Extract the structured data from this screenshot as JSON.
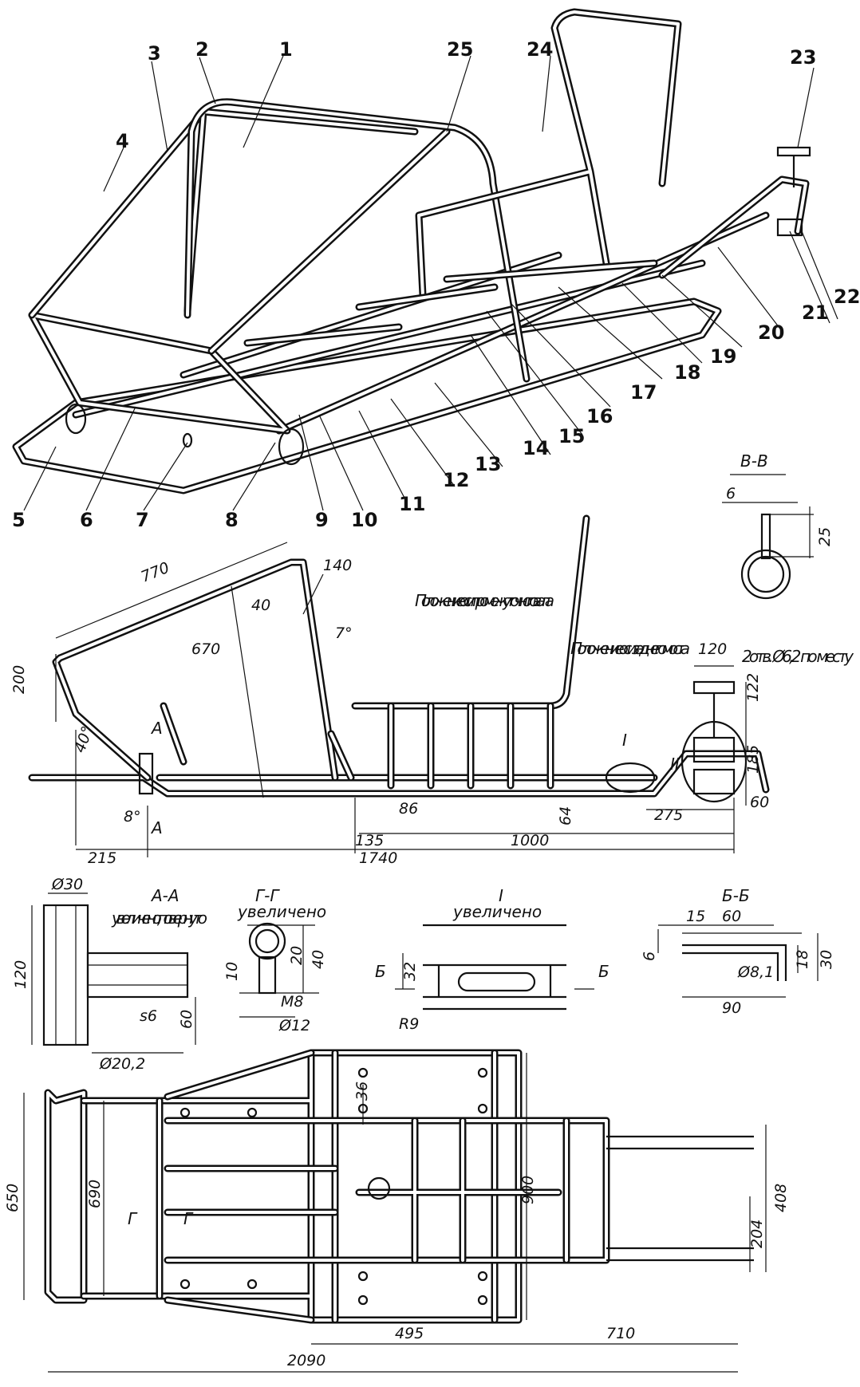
{
  "callouts": [
    "1",
    "2",
    "3",
    "4",
    "5",
    "6",
    "7",
    "8",
    "9",
    "10",
    "11",
    "12",
    "13",
    "14",
    "15",
    "16",
    "17",
    "18",
    "19",
    "20",
    "21",
    "22",
    "23",
    "24",
    "25"
  ],
  "section_vv": {
    "title": "В-В",
    "dims": [
      "6",
      "25"
    ]
  },
  "side_view": {
    "dims": [
      "770",
      "140",
      "40",
      "670",
      "7°",
      "200",
      "40°",
      "8°",
      "120",
      "122",
      "185",
      "86",
      "64",
      "275",
      "60",
      "135",
      "1000",
      "215",
      "1740"
    ],
    "section_marks": [
      "А",
      "А",
      "I",
      "II"
    ],
    "note_hole": "2отв. Ø6,2 по месту",
    "note_inter_shaft": "Положение оси промежуточного вала",
    "note_rear_axle": "Положение оси заднего моста"
  },
  "detail_aa": {
    "title": "А-А",
    "subtitle": "увеличено, повернуто",
    "dims": [
      "Ø30",
      "120",
      "60",
      "s6",
      "Ø20,2"
    ]
  },
  "detail_gg": {
    "title": "Г-Г",
    "subtitle": "увеличено",
    "dims": [
      "20",
      "40",
      "10",
      "M8",
      "Ø12"
    ]
  },
  "detail_i": {
    "title": "I",
    "subtitle": "увеличено",
    "dims": [
      "32",
      "R9",
      "Б",
      "Б"
    ]
  },
  "detail_bb": {
    "title": "Б-Б",
    "dims": [
      "15",
      "60",
      "6",
      "Ø8,1",
      "18",
      "30",
      "90"
    ]
  },
  "plan_view": {
    "dims": [
      "650",
      "690",
      "36",
      "900",
      "408",
      "204",
      "495",
      "710",
      "2090"
    ],
    "section_marks": [
      "Г",
      "Г"
    ]
  }
}
